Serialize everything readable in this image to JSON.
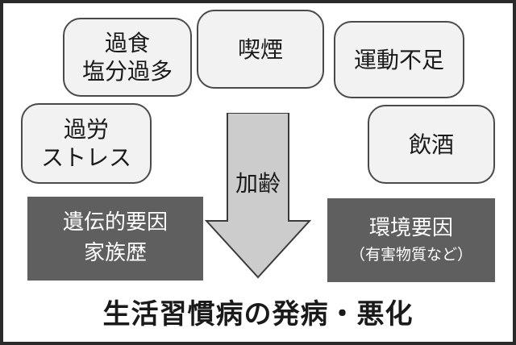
{
  "factors": {
    "overeating": {
      "line1": "過食",
      "line2": "塩分過多"
    },
    "smoking": {
      "line1": "喫煙"
    },
    "lack_of_exercise": {
      "line1": "運動不足"
    },
    "overwork": {
      "line1": "過労",
      "line2": "ストレス"
    },
    "drinking": {
      "line1": "飲酒"
    }
  },
  "aging": "加齢",
  "genetic": {
    "line1": "遺伝的要因",
    "line2": "家族歴"
  },
  "environmental": {
    "line1": "環境要因",
    "line2": "（有害物質など）"
  },
  "result": "生活習慣病の発病・悪化",
  "colors": {
    "bubble_fill": "#f2f2f2",
    "bubble_border": "#4a4a4a",
    "dark_box": "#5f5f5f",
    "arrow_fill": "#cccccc",
    "frame": "#2a2a2a"
  }
}
